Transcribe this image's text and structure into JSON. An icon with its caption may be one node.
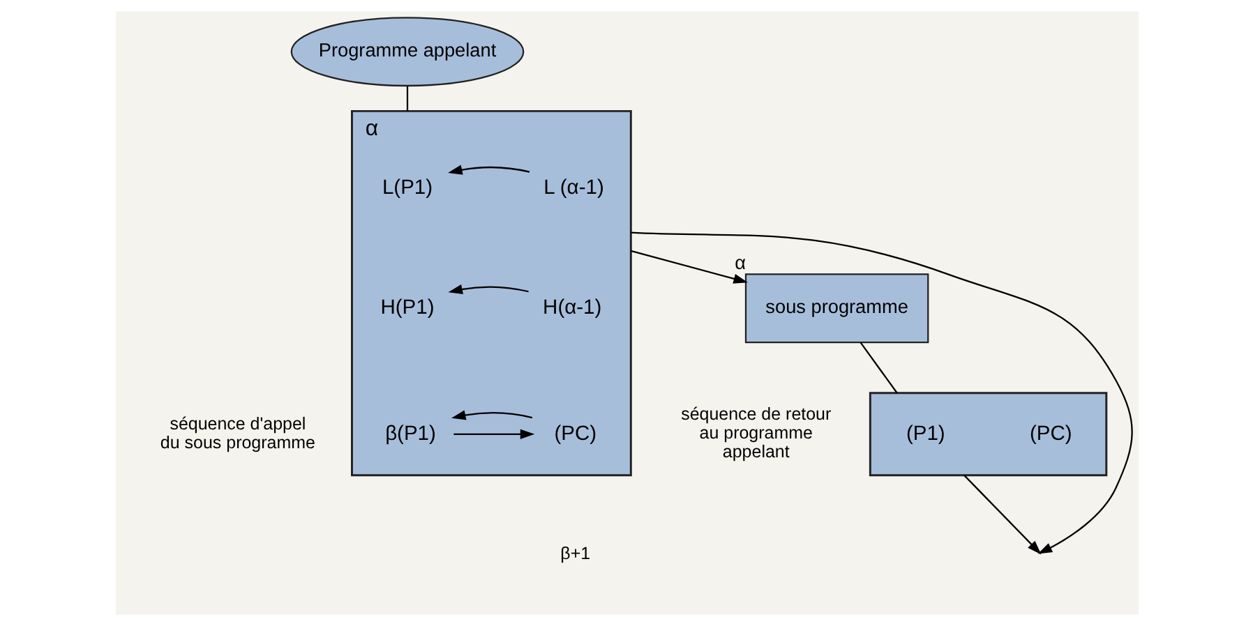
{
  "diagram": {
    "nodes": [
      {
        "text": [
          "Programme appelant"
        ]
      },
      {
        "text": [
          "α"
        ],
        "beside": [
          "séquence d'appel du sous programme",
          "β+1"
        ]
      },
      {
        "text": [
          "L(P1)"
        ],
        "in": 1
      },
      {
        "text": [
          "L (α-1)"
        ],
        "in": 1
      },
      {
        "text": [
          "H(P1)"
        ],
        "in": 1
      },
      {
        "text": [
          "H(α-1)"
        ],
        "in": 1
      },
      {
        "text": [
          "β(P1)"
        ],
        "in": 1
      },
      {
        "text": [
          "(PC)"
        ],
        "in": 1
      },
      {
        "text": [
          "sous programme"
        ],
        "beside": [
          "α"
        ]
      },
      {
        "text": [],
        "shape": "box",
        "beside": [
          "séquence de retour au programme appelant"
        ]
      },
      {
        "text": [
          "(P1)"
        ],
        "in": 9
      },
      {
        "text": [
          "(PC)"
        ],
        "in": 9
      }
    ],
    "edges": [
      {
        "from": 0,
        "to": 1,
        "arrow": "none"
      },
      {
        "from": 3,
        "to": 2,
        "arrow": "to"
      },
      {
        "from": 5,
        "to": 4,
        "arrow": "to"
      },
      {
        "from": 6,
        "to": 7,
        "arrow": "to"
      },
      {
        "from": 7,
        "to": 6,
        "arrow": "to"
      },
      {
        "from": 1,
        "to": 8,
        "arrow": "to"
      },
      {
        "from": 8,
        "to": 9,
        "arrow": "none"
      },
      {
        "from": 1,
        "to": null,
        "arrow": "to"
      },
      {
        "from": 9,
        "to": null,
        "arrow": "to"
      }
    ]
  }
}
